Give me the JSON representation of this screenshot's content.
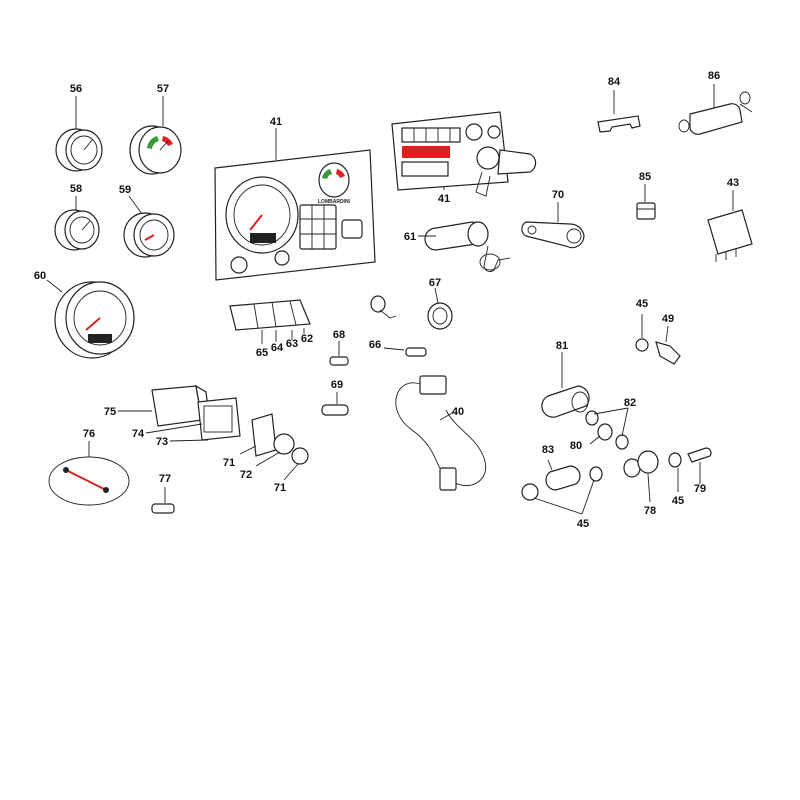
{
  "diagram": {
    "callouts": [
      "56",
      "57",
      "58",
      "59",
      "60",
      "41",
      "41",
      "61",
      "70",
      "84",
      "86",
      "85",
      "43",
      "65",
      "64",
      "63",
      "62",
      "68",
      "66",
      "67",
      "69",
      "40",
      "45",
      "49",
      "81",
      "82",
      "80",
      "75",
      "74",
      "73",
      "76",
      "71",
      "72",
      "71",
      "77",
      "83",
      "45",
      "78",
      "45",
      "79"
    ],
    "brand_label": "LOMBARDINI",
    "colors": {
      "line": "#222222",
      "accent_red": "#e02020",
      "accent_green": "#3a9a3a"
    }
  }
}
